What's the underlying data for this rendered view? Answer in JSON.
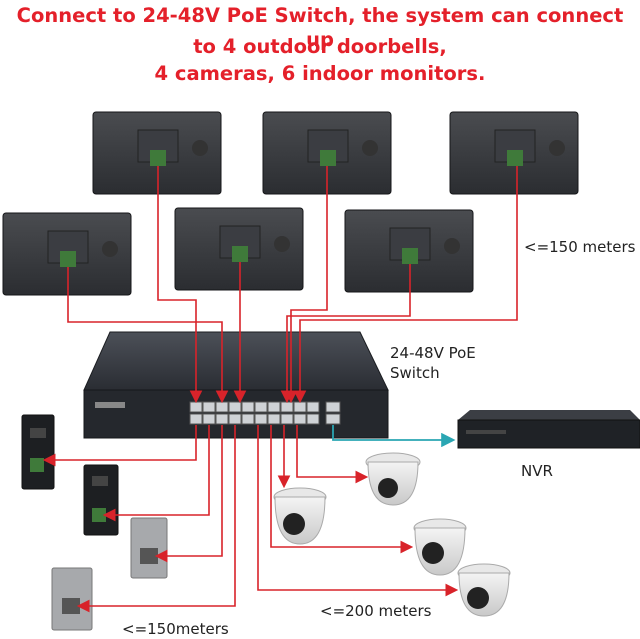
{
  "header": {
    "line1": "Connect to 24-48V PoE Switch, the system can connect up",
    "line2": "to 4 outdoor doorbells,",
    "line3": "4 cameras, 6 indoor monitors."
  },
  "labels": {
    "monitor_distance": "<=150 meters",
    "switch_line1": "24-48V PoE",
    "switch_line2": "Switch",
    "nvr": "NVR",
    "camera_distance": "<=200 meters",
    "doorbell_distance": "<=150meters"
  },
  "colors": {
    "title": "#e4202a",
    "cable_red": "#d8232a",
    "cable_teal": "#2aa6b3",
    "device_dark": "#1f2124",
    "switch_body": "#2b2f35"
  },
  "devices": {
    "indoor_monitors": 6,
    "outdoor_doorbells": 4,
    "cameras": 4,
    "nvr": 1,
    "poe_switch": 1
  }
}
